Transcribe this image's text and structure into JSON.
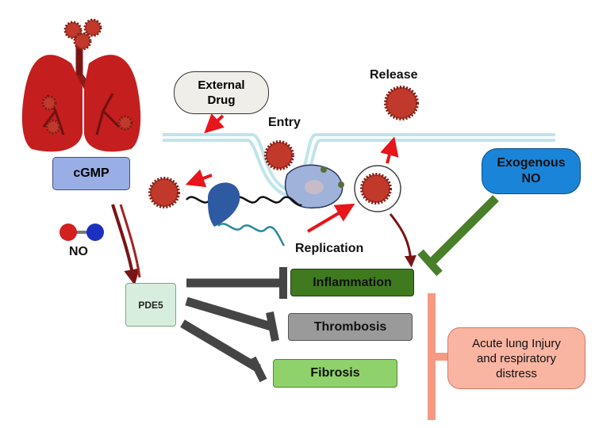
{
  "labels": {
    "external_drug": "External\nDrug",
    "release": "Release",
    "entry": "Entry",
    "cgmp": "cGMP",
    "exogenous_no": "Exogenous\nNO",
    "no": "NO",
    "replication": "Replication",
    "pde5": "PDE5",
    "inflammation": "Inflammation",
    "thrombosis": "Thrombosis",
    "fibrosis": "Fibrosis",
    "outcome": "Acute lung Injury\nand respiratory\ndistress"
  },
  "colors": {
    "cgmp_fill": "#9aaee6",
    "exogenous_fill": "#1a84d8",
    "pde5_fill": "#d8eedd",
    "inflammation_fill": "#3f7a1e",
    "thrombosis_fill": "#9a9a9a",
    "fibrosis_fill": "#8fd16a",
    "outcome_fill": "#f9b5a2",
    "outcome_bracket": "#f59a82",
    "inhibit_gray": "#454545",
    "inhibit_green": "#4a7f2a",
    "dark_red_arrow": "#7a1414",
    "red_arrow": "#e8151a",
    "membrane": "#bfe4ec",
    "virus": "#c0392b"
  }
}
